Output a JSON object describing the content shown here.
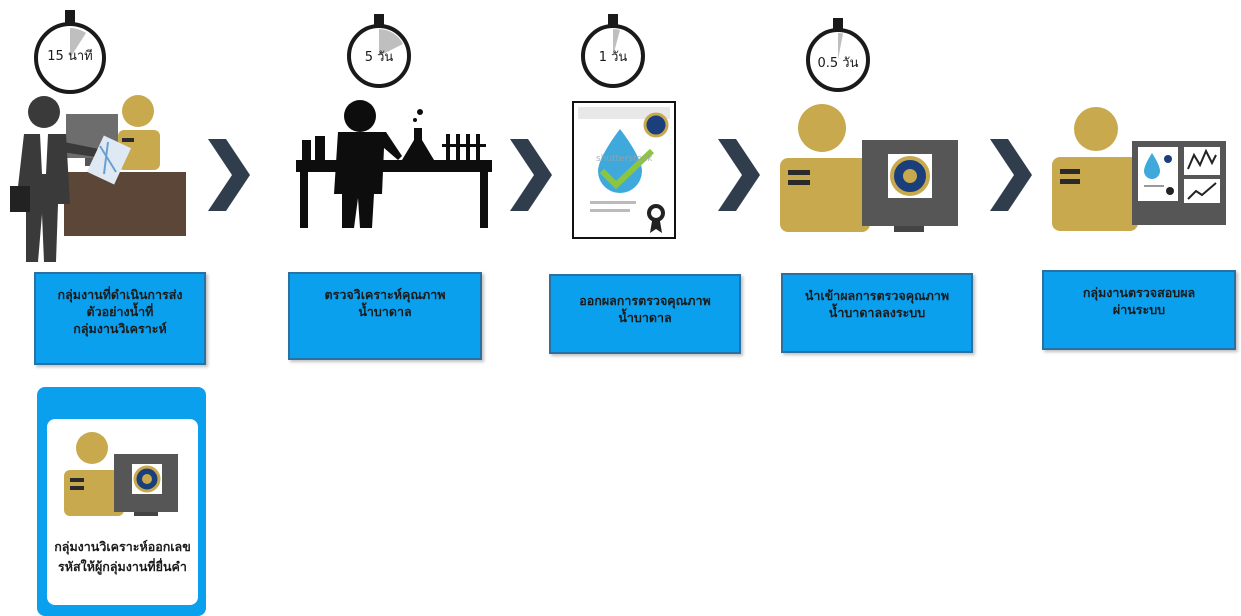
{
  "steps": [
    {
      "duration": "15 นาที",
      "label": "กลุ่มงานที่ดำเนินการส่ง\nตัวอย่างน้ำที่\nกลุ่มงานวิเคราะห์"
    },
    {
      "duration": "5 วัน",
      "label": "ตรวจวิเคราะห์คุณภาพ\nน้ำบาดาล"
    },
    {
      "duration": "1 วัน",
      "label": "ออกผลการตรวจคุณภาพ\nน้ำบาดาล"
    },
    {
      "duration": "0.5 วัน",
      "label": "นำเข้าผลการตรวจคุณภาพ\nน้ำบาดาลลงระบบ"
    },
    {
      "duration": "",
      "label": "กลุ่มงานตรวจสอบผล\nผ่านระบบ"
    }
  ],
  "note": {
    "label": "กลุ่มงานวิเคราะห์ออกเลข\nรหัสให้ผู้กลุ่มงานที่ยื่นคำ"
  },
  "colors": {
    "box": "#0aa0ee",
    "chevron": "#2f3d4c",
    "officer": "#c8a94e",
    "timer_ring": "#1a1a1a"
  },
  "icons": [
    "stopwatch-icon",
    "chevron-right-icon",
    "person-submitting-sample-icon",
    "lab-scientist-icon",
    "water-certificate-icon",
    "officer-computer-icon",
    "officer-monitor-charts-icon"
  ],
  "watermark": "shutterstock"
}
